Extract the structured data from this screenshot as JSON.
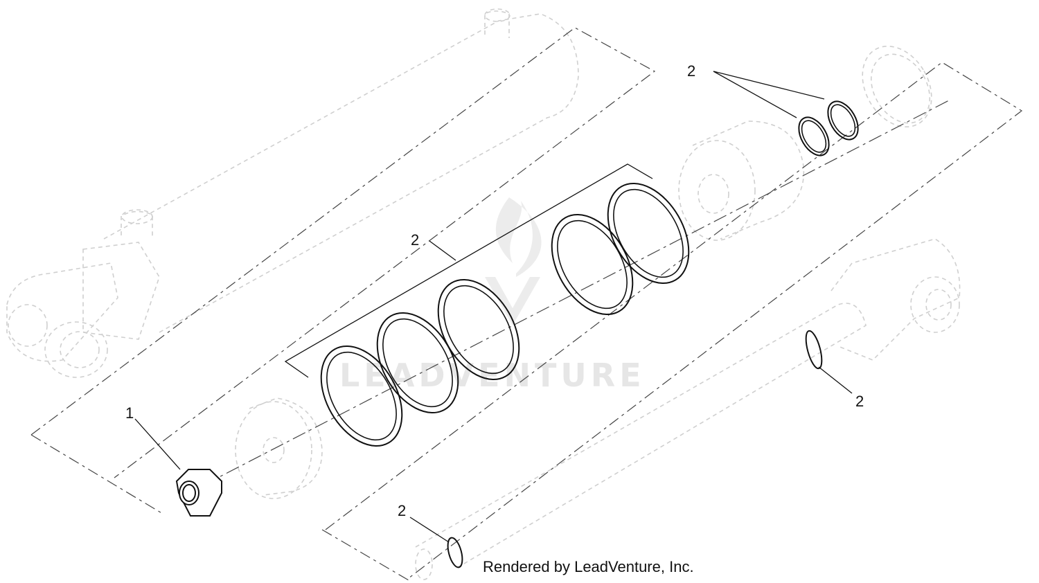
{
  "watermark": {
    "text": "LEADVENTURE"
  },
  "callouts": [
    {
      "id": "nut",
      "label": "1"
    },
    {
      "id": "rod-end-seals",
      "label": "2"
    },
    {
      "id": "piston-seals",
      "label": "2"
    },
    {
      "id": "rod-seal-right",
      "label": "2"
    },
    {
      "id": "rod-seal-bottom",
      "label": "2"
    }
  ],
  "credit": "Rendered by LeadVenture, Inc."
}
